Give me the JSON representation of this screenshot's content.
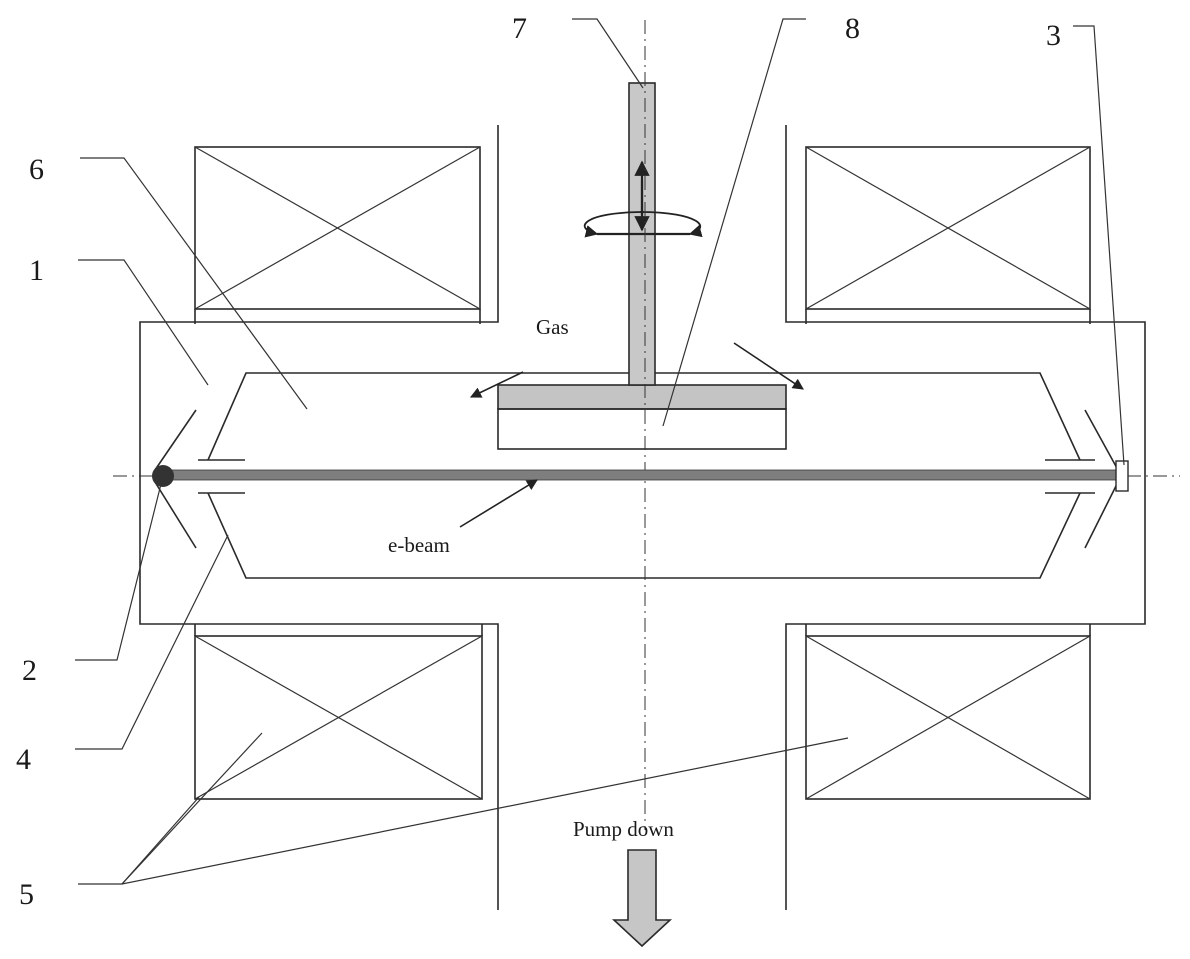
{
  "labels": {
    "n1": "1",
    "n2": "2",
    "n3": "3",
    "n4": "4",
    "n5": "5",
    "n6": "6",
    "n7": "7",
    "n8": "8",
    "gas": "Gas",
    "ebeam": "e-beam",
    "pump": "Pump down"
  },
  "colors": {
    "line": "#2a2a2a",
    "shaft": "#c8c8c8",
    "beam": "#7a7a7a",
    "gun": "#333333"
  }
}
